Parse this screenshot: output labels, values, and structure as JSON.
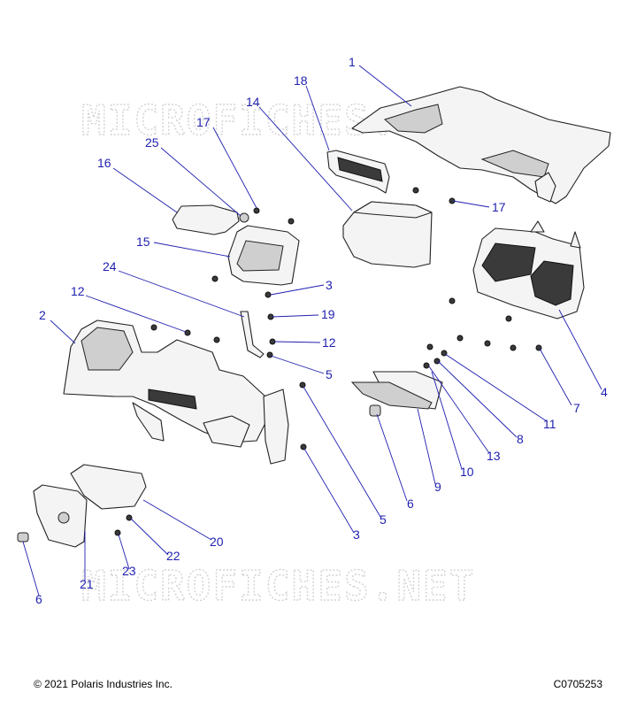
{
  "watermark": {
    "text": "MICROFICHES.NET"
  },
  "footer": {
    "copyright": "© 2021 Polaris Industries Inc.",
    "diagram_id": "C0705253"
  },
  "callouts": {
    "c1": "1",
    "c18": "18",
    "c14": "14",
    "c17a": "17",
    "c25": "25",
    "c16": "16",
    "c17b": "17",
    "c15": "15",
    "c24": "24",
    "c3a": "3",
    "c12a": "12",
    "c19": "19",
    "c2": "2",
    "c12b": "12",
    "c5a": "5",
    "c4": "4",
    "c7": "7",
    "c11": "11",
    "c8": "8",
    "c13": "13",
    "c10": "10",
    "c9": "9",
    "c6a": "6",
    "c5b": "5",
    "c3b": "3",
    "c20": "20",
    "c22": "22",
    "c23": "23",
    "c21": "21",
    "c6b": "6"
  }
}
